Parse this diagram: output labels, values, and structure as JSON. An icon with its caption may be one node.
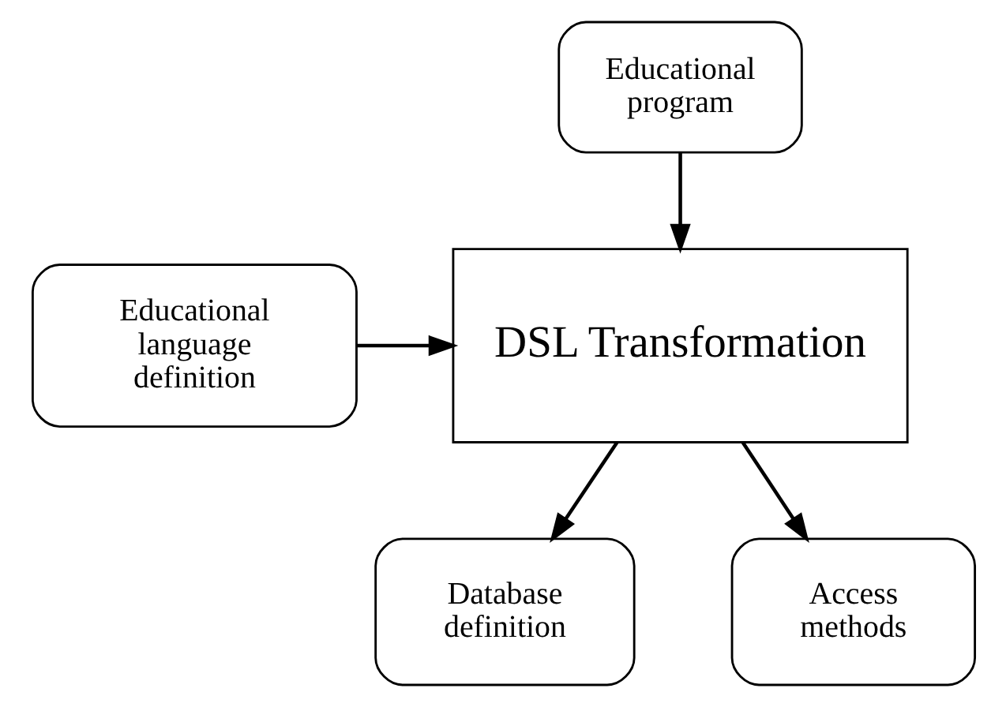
{
  "diagram": {
    "nodes": [
      {
        "text": [
          "Educational program"
        ]
      },
      {
        "text": [
          "Educational language definition"
        ]
      },
      {
        "text": [
          "DSL Transformation"
        ]
      },
      {
        "text": [
          "Database definition"
        ]
      },
      {
        "text": [
          "Access methods"
        ]
      }
    ],
    "edges": [
      {
        "from": 0,
        "to": 2,
        "arrow": "to"
      },
      {
        "from": 1,
        "to": 2,
        "arrow": "to"
      },
      {
        "from": 2,
        "to": 3,
        "arrow": "to"
      },
      {
        "from": 2,
        "to": 4,
        "arrow": "to"
      }
    ]
  }
}
